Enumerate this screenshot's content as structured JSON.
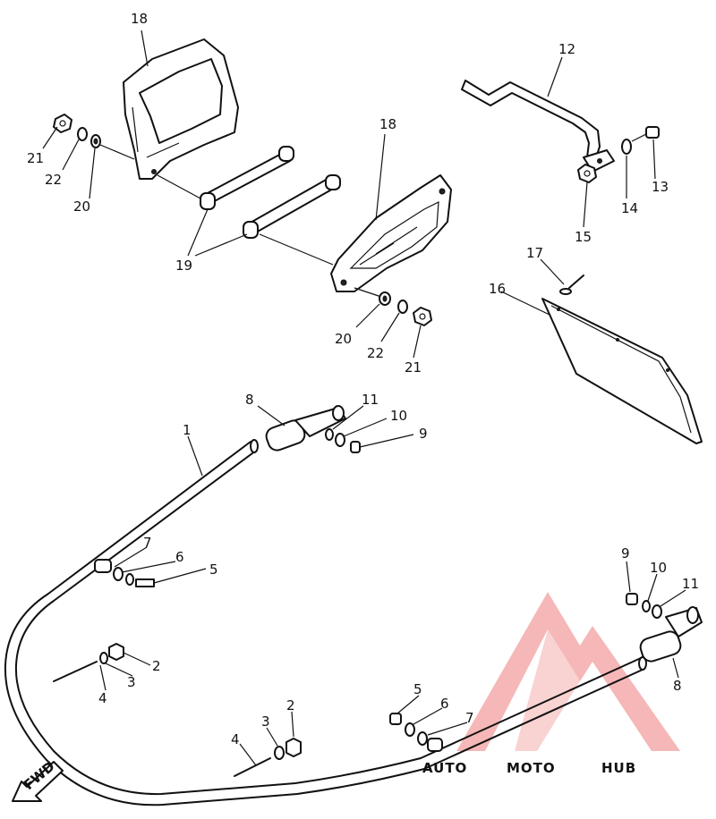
{
  "fwd_label": "FWD",
  "watermark": {
    "part1": "AUTO",
    "part2": "MOTO",
    "part3": "HUB",
    "color_light": "#f5c9a0",
    "color_mid": "#ec8a8a",
    "color_dark": "#555555"
  },
  "callouts": [
    {
      "id": "c18a",
      "text": "18"
    },
    {
      "id": "c18b",
      "text": "18"
    },
    {
      "id": "c21a",
      "text": "21"
    },
    {
      "id": "c22a",
      "text": "22"
    },
    {
      "id": "c20a",
      "text": "20"
    },
    {
      "id": "c19",
      "text": "19"
    },
    {
      "id": "c20b",
      "text": "20"
    },
    {
      "id": "c22b",
      "text": "22"
    },
    {
      "id": "c21b",
      "text": "21"
    },
    {
      "id": "c12",
      "text": "12"
    },
    {
      "id": "c13",
      "text": "13"
    },
    {
      "id": "c14",
      "text": "14"
    },
    {
      "id": "c15",
      "text": "15"
    },
    {
      "id": "c16",
      "text": "16"
    },
    {
      "id": "c17",
      "text": "17"
    },
    {
      "id": "c8a",
      "text": "8"
    },
    {
      "id": "c11a",
      "text": "11"
    },
    {
      "id": "c10a",
      "text": "10"
    },
    {
      "id": "c9a",
      "text": "9"
    },
    {
      "id": "c1",
      "text": "1"
    },
    {
      "id": "c7a",
      "text": "7"
    },
    {
      "id": "c6a",
      "text": "6"
    },
    {
      "id": "c5a",
      "text": "5"
    },
    {
      "id": "c2a",
      "text": "2"
    },
    {
      "id": "c3a",
      "text": "3"
    },
    {
      "id": "c4a",
      "text": "4"
    },
    {
      "id": "c9b",
      "text": "9"
    },
    {
      "id": "c10b",
      "text": "10"
    },
    {
      "id": "c11b",
      "text": "11"
    },
    {
      "id": "c8b",
      "text": "8"
    },
    {
      "id": "c5b",
      "text": "5"
    },
    {
      "id": "c6b",
      "text": "6"
    },
    {
      "id": "c7b",
      "text": "7"
    },
    {
      "id": "c2b",
      "text": "2"
    },
    {
      "id": "c3b",
      "text": "3"
    },
    {
      "id": "c4b",
      "text": "4"
    }
  ]
}
